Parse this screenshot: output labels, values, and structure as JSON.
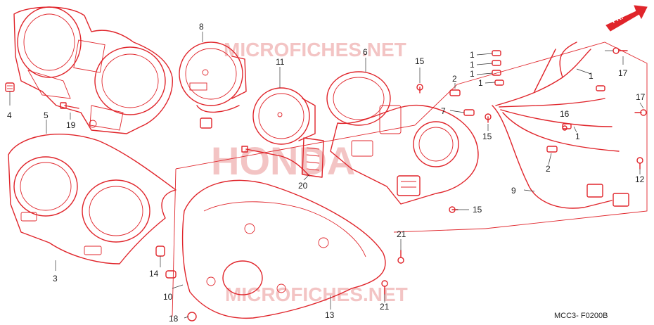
{
  "diagram": {
    "colors": {
      "line": "#e0252b",
      "text": "#222222",
      "watermark": "#f3c4c4"
    },
    "watermarks": [
      "MICROFICHES.NET",
      "HONDA",
      "MICROFICHES.NET"
    ],
    "direction_arrow": "FR.",
    "reference_code": "MCC3- F0200B",
    "callouts": [
      "1",
      "1",
      "1",
      "1",
      "1",
      "1",
      "2",
      "2",
      "3",
      "4",
      "5",
      "6",
      "7",
      "8",
      "9",
      "10",
      "11",
      "12",
      "13",
      "14",
      "15",
      "15",
      "15",
      "16",
      "17",
      "17",
      "18",
      "19",
      "20",
      "21",
      "21"
    ]
  }
}
